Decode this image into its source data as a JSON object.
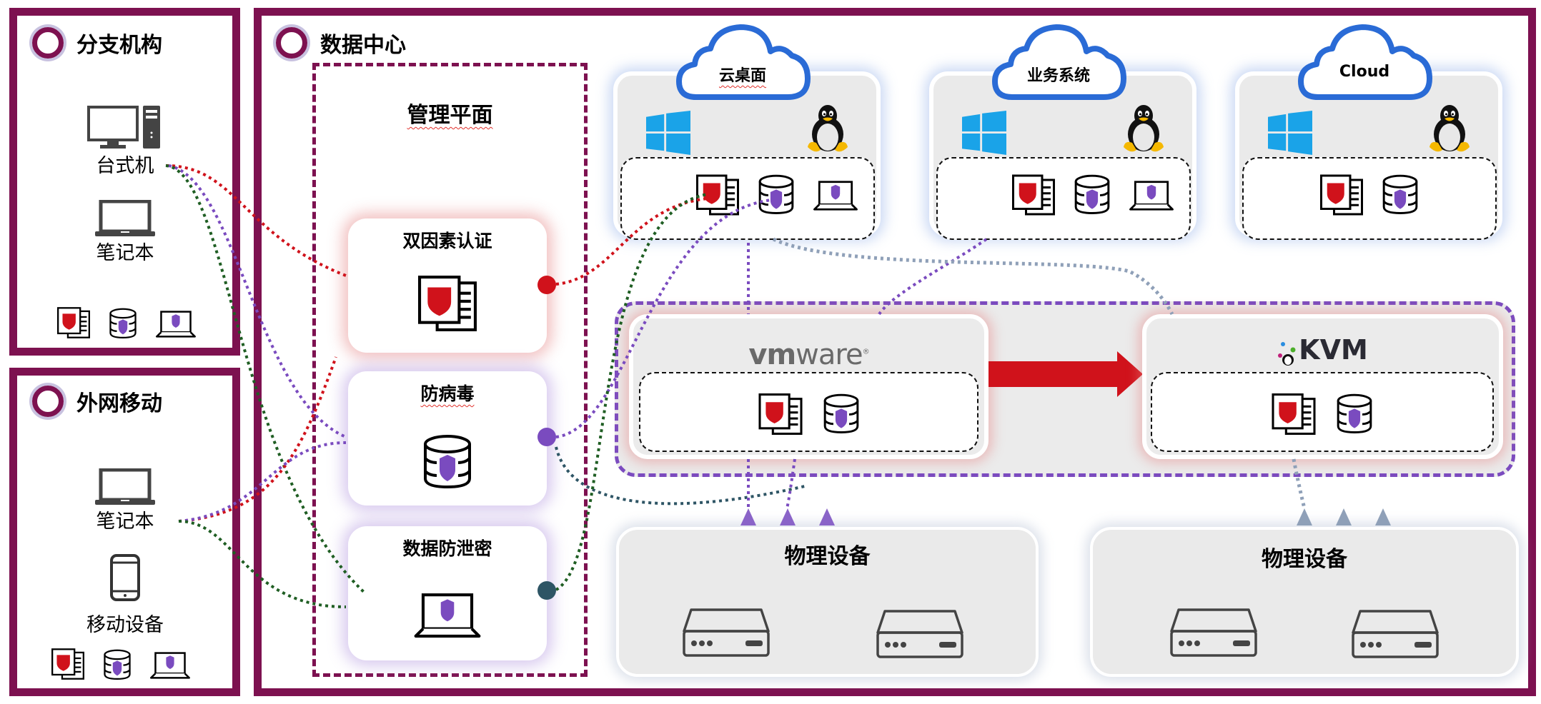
{
  "branch": {
    "title": "分支机构",
    "devices": [
      {
        "label": "台式机",
        "icon": "desktop-computer-icon"
      },
      {
        "label": "笔记本",
        "icon": "laptop-icon"
      }
    ],
    "protections": [
      "dual-factor-doc-shield-icon",
      "antivirus-database-shield-icon",
      "dlp-laptop-shield-icon"
    ]
  },
  "external": {
    "title": "外网移动",
    "devices": [
      {
        "label": "笔记本",
        "icon": "laptop-icon"
      },
      {
        "label": "移动设备",
        "icon": "mobile-phone-icon"
      }
    ],
    "protections": [
      "dual-factor-doc-shield-icon",
      "antivirus-database-shield-icon",
      "dlp-laptop-shield-icon"
    ]
  },
  "datacenter": {
    "title": "数据中心",
    "management": {
      "title": "管理平面",
      "cards": [
        {
          "title": "双因素认证",
          "icon": "document-shield-icon",
          "accent": "#d0121b"
        },
        {
          "title": "防病毒",
          "icon": "database-shield-icon",
          "accent": "#7a4bbf"
        },
        {
          "title": "数据防泄密",
          "icon": "laptop-shield-icon",
          "accent": "#2e5565"
        }
      ]
    },
    "clouds": [
      {
        "label": "云桌面",
        "os": [
          "windows-logo-icon",
          "linux-tux-icon"
        ],
        "protections": [
          "document-shield-icon",
          "database-shield-icon",
          "laptop-shield-icon"
        ]
      },
      {
        "label": "业务系统",
        "os": [
          "windows-logo-icon",
          "linux-tux-icon"
        ],
        "protections": [
          "document-shield-icon",
          "database-shield-icon",
          "laptop-shield-icon"
        ]
      },
      {
        "label": "Cloud",
        "os": [
          "windows-logo-icon",
          "linux-tux-icon"
        ],
        "protections": [
          "document-shield-icon",
          "database-shield-icon"
        ]
      }
    ],
    "hypervisors": [
      {
        "name_bold": "vm",
        "name_rest": "ware",
        "reg": "®",
        "protections": [
          "document-shield-icon",
          "database-shield-icon"
        ]
      },
      {
        "name": "KVM",
        "protections": [
          "document-shield-icon",
          "database-shield-icon"
        ]
      }
    ],
    "migration_arrow": "vmware-to-kvm",
    "physical": [
      {
        "title": "物理设备",
        "devices": 2
      },
      {
        "title": "物理设备",
        "devices": 2
      }
    ]
  },
  "colors": {
    "frame": "#7d1150",
    "red": "#d0121b",
    "purple": "#7a4bbf",
    "green": "#1f5e23",
    "teal": "#2e5565",
    "gray_blue": "#8fa0b8",
    "cloud_blue": "#2a6bd6",
    "windows_blue": "#1aa3e8"
  }
}
